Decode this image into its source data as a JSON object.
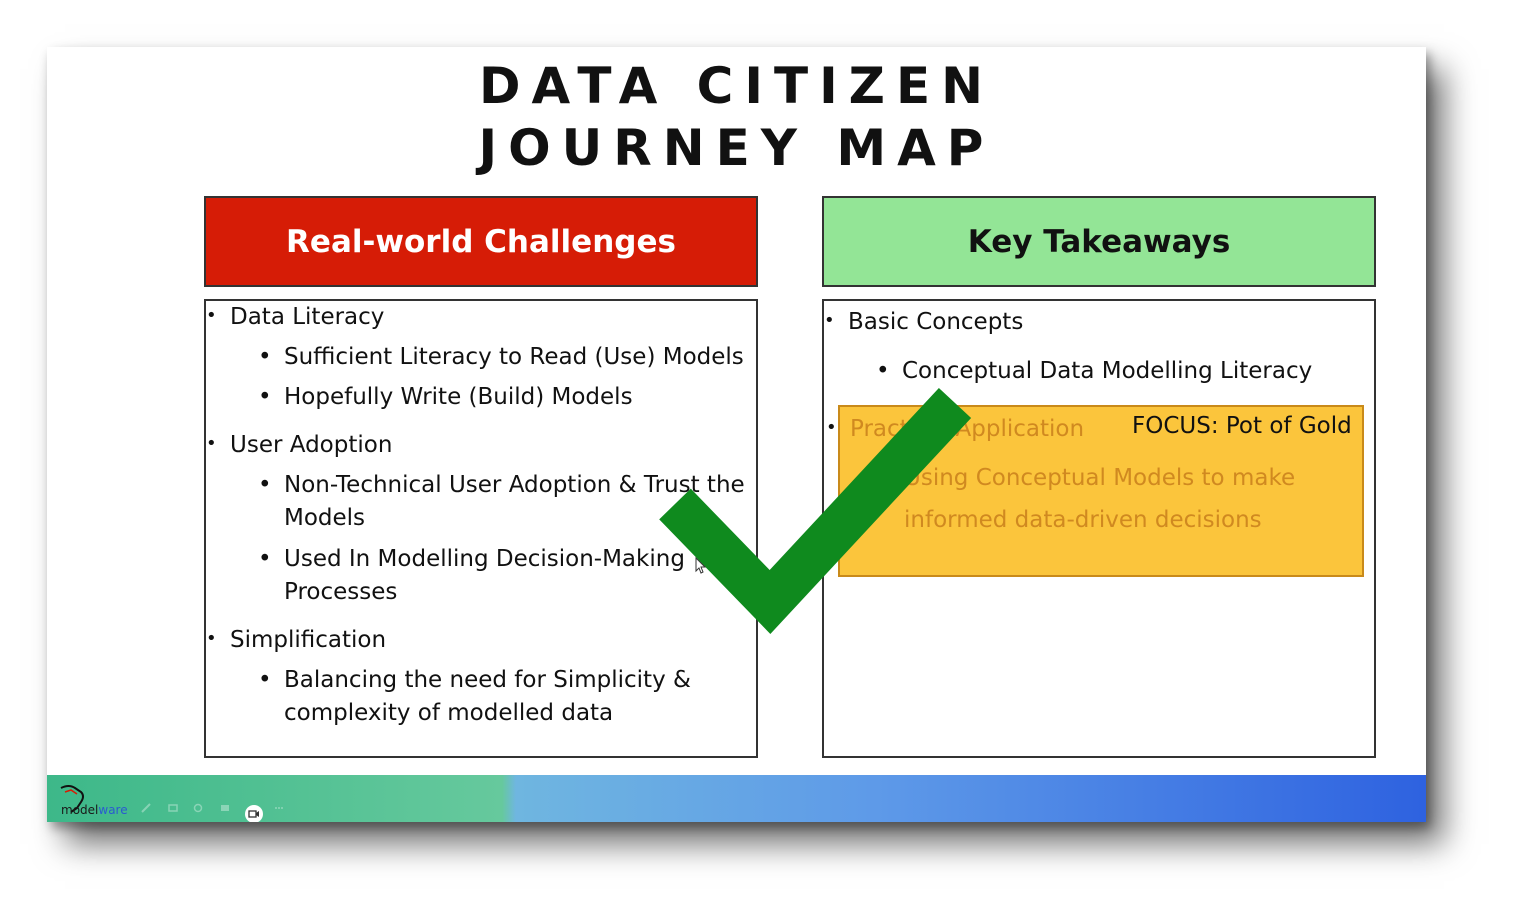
{
  "slide": {
    "title_line1": "DATA CITIZEN",
    "title_line2": "JOURNEY MAP",
    "left": {
      "header": "Real-world Challenges",
      "items": [
        {
          "text": "Data Literacy",
          "sub": [
            "Sufficient Literacy to Read (Use) Models",
            "Hopefully Write (Build) Models"
          ]
        },
        {
          "text": "User Adoption",
          "sub_lines": [
            [
              "Non-Technical User Adoption & Trust the",
              "Models"
            ],
            [
              "Used In Modelling Decision-Making",
              "Processes"
            ]
          ]
        },
        {
          "text": "Simplification",
          "sub_lines": [
            [
              "Balancing the need for Simplicity &",
              "complexity of modelled data"
            ]
          ]
        }
      ]
    },
    "right": {
      "header": "Key Takeaways",
      "items": [
        {
          "text": "Basic Concepts",
          "sub": [
            "Conceptual Data Modelling Literacy"
          ]
        },
        {
          "text": "Practical Application",
          "focus_label": "FOCUS: Pot of Gold",
          "sub_lines": [
            "Using Conceptual Models to make",
            "informed data-driven decisions"
          ]
        }
      ]
    },
    "colors": {
      "left_header_bg": "#d61c06",
      "right_header_bg": "#93e596",
      "focus_bg": "#fbc53c",
      "checkmark": "#0f8a1e"
    }
  },
  "bottom_bar": {
    "logo_text_a": "model",
    "logo_text_b": "ware",
    "icons": [
      "pen-icon",
      "highlighter-icon",
      "zoom-icon",
      "menu-icon",
      "camera-icon",
      "more-icon"
    ]
  }
}
